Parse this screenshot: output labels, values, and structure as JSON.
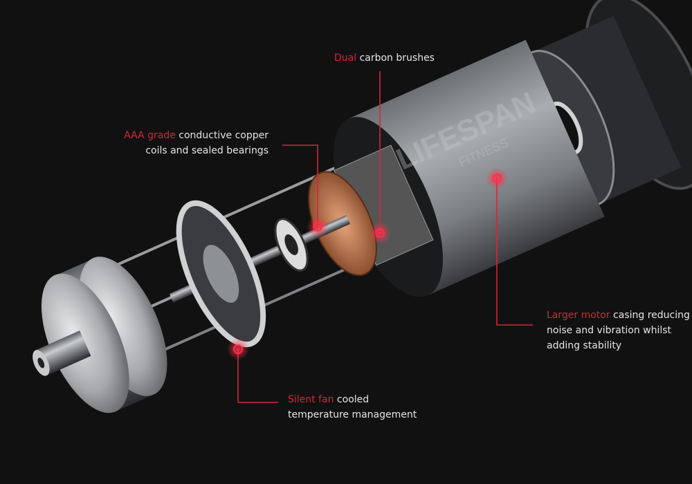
{
  "colors": {
    "background": "#111111",
    "accent": "#d3273a",
    "text": "#e6e6e6"
  },
  "logo": {
    "brand": "LIFESPAN",
    "sub": "FITNESS"
  },
  "callouts": {
    "brushes": {
      "highlight": "Dual",
      "lines": [
        " carbon brushes"
      ]
    },
    "coils": {
      "highlight": "AAA grade",
      "lines": [
        " conductive copper",
        "coils and sealed bearings"
      ]
    },
    "casing": {
      "highlight": "Larger motor",
      "lines": [
        " casing reducing",
        "noise and vibration whilst",
        "adding stability"
      ]
    },
    "fan": {
      "highlight": "Silent fan",
      "lines": [
        " cooled",
        "temperature management"
      ]
    }
  }
}
